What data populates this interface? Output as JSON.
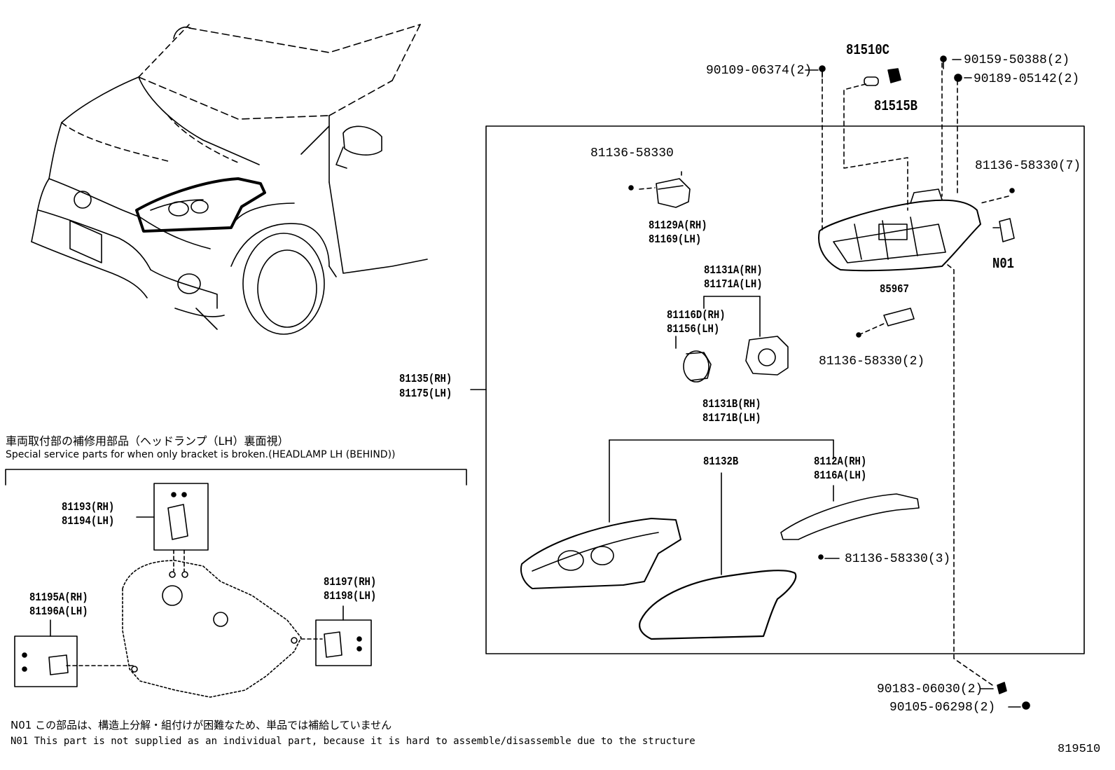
{
  "diagram": {
    "code": "819510",
    "detail": {
      "title_jp": "車両取付部の補修用部品（ヘッドランプ（LH）裏面視）",
      "title_en": "Special service parts for when only bracket is broken.(HEADLAMP LH (BEHIND))"
    },
    "notes": [
      "N01 この部品は、構造上分解・組付けが困難なため、単品では補給していません",
      "N01 This part is not supplied as an individual part, because it is hard to assemble/disassemble due to the structure"
    ],
    "labels": {
      "p90109": "90109-06374(2)",
      "p81510c": "81510C",
      "p81515b": "81515B",
      "p90159": "90159-50388(2)",
      "p90189": "90189-05142(2)",
      "p81136a": "81136-58330",
      "p81136b": "81136-58330(7)",
      "n01": "N01",
      "p81129a": "81129A(RH)",
      "p81169": "81169(LH)",
      "p81131a": "81131A(RH)",
      "p81171a": "81171A(LH)",
      "p81116d": "81116D(RH)",
      "p81156": "81156(LH)",
      "p85967": "85967",
      "p81136c": "81136-58330(2)",
      "p81135": "81135(RH)",
      "p81175": "81175(LH)",
      "p81131b": "81131B(RH)",
      "p81171b": "81171B(LH)",
      "p81132b": "81132B",
      "p8112a": "8112A(RH)",
      "p8116a": "8116A(LH)",
      "p81136d": "81136-58330(3)",
      "p90183": "90183-06030(2)",
      "p90105": "90105-06298(2)",
      "p81193": "81193(RH)",
      "p81194": "81194(LH)",
      "p81195a": "81195A(RH)",
      "p81196a": "81196A(LH)",
      "p81197": "81197(RH)",
      "p81198": "81198(LH)"
    }
  }
}
